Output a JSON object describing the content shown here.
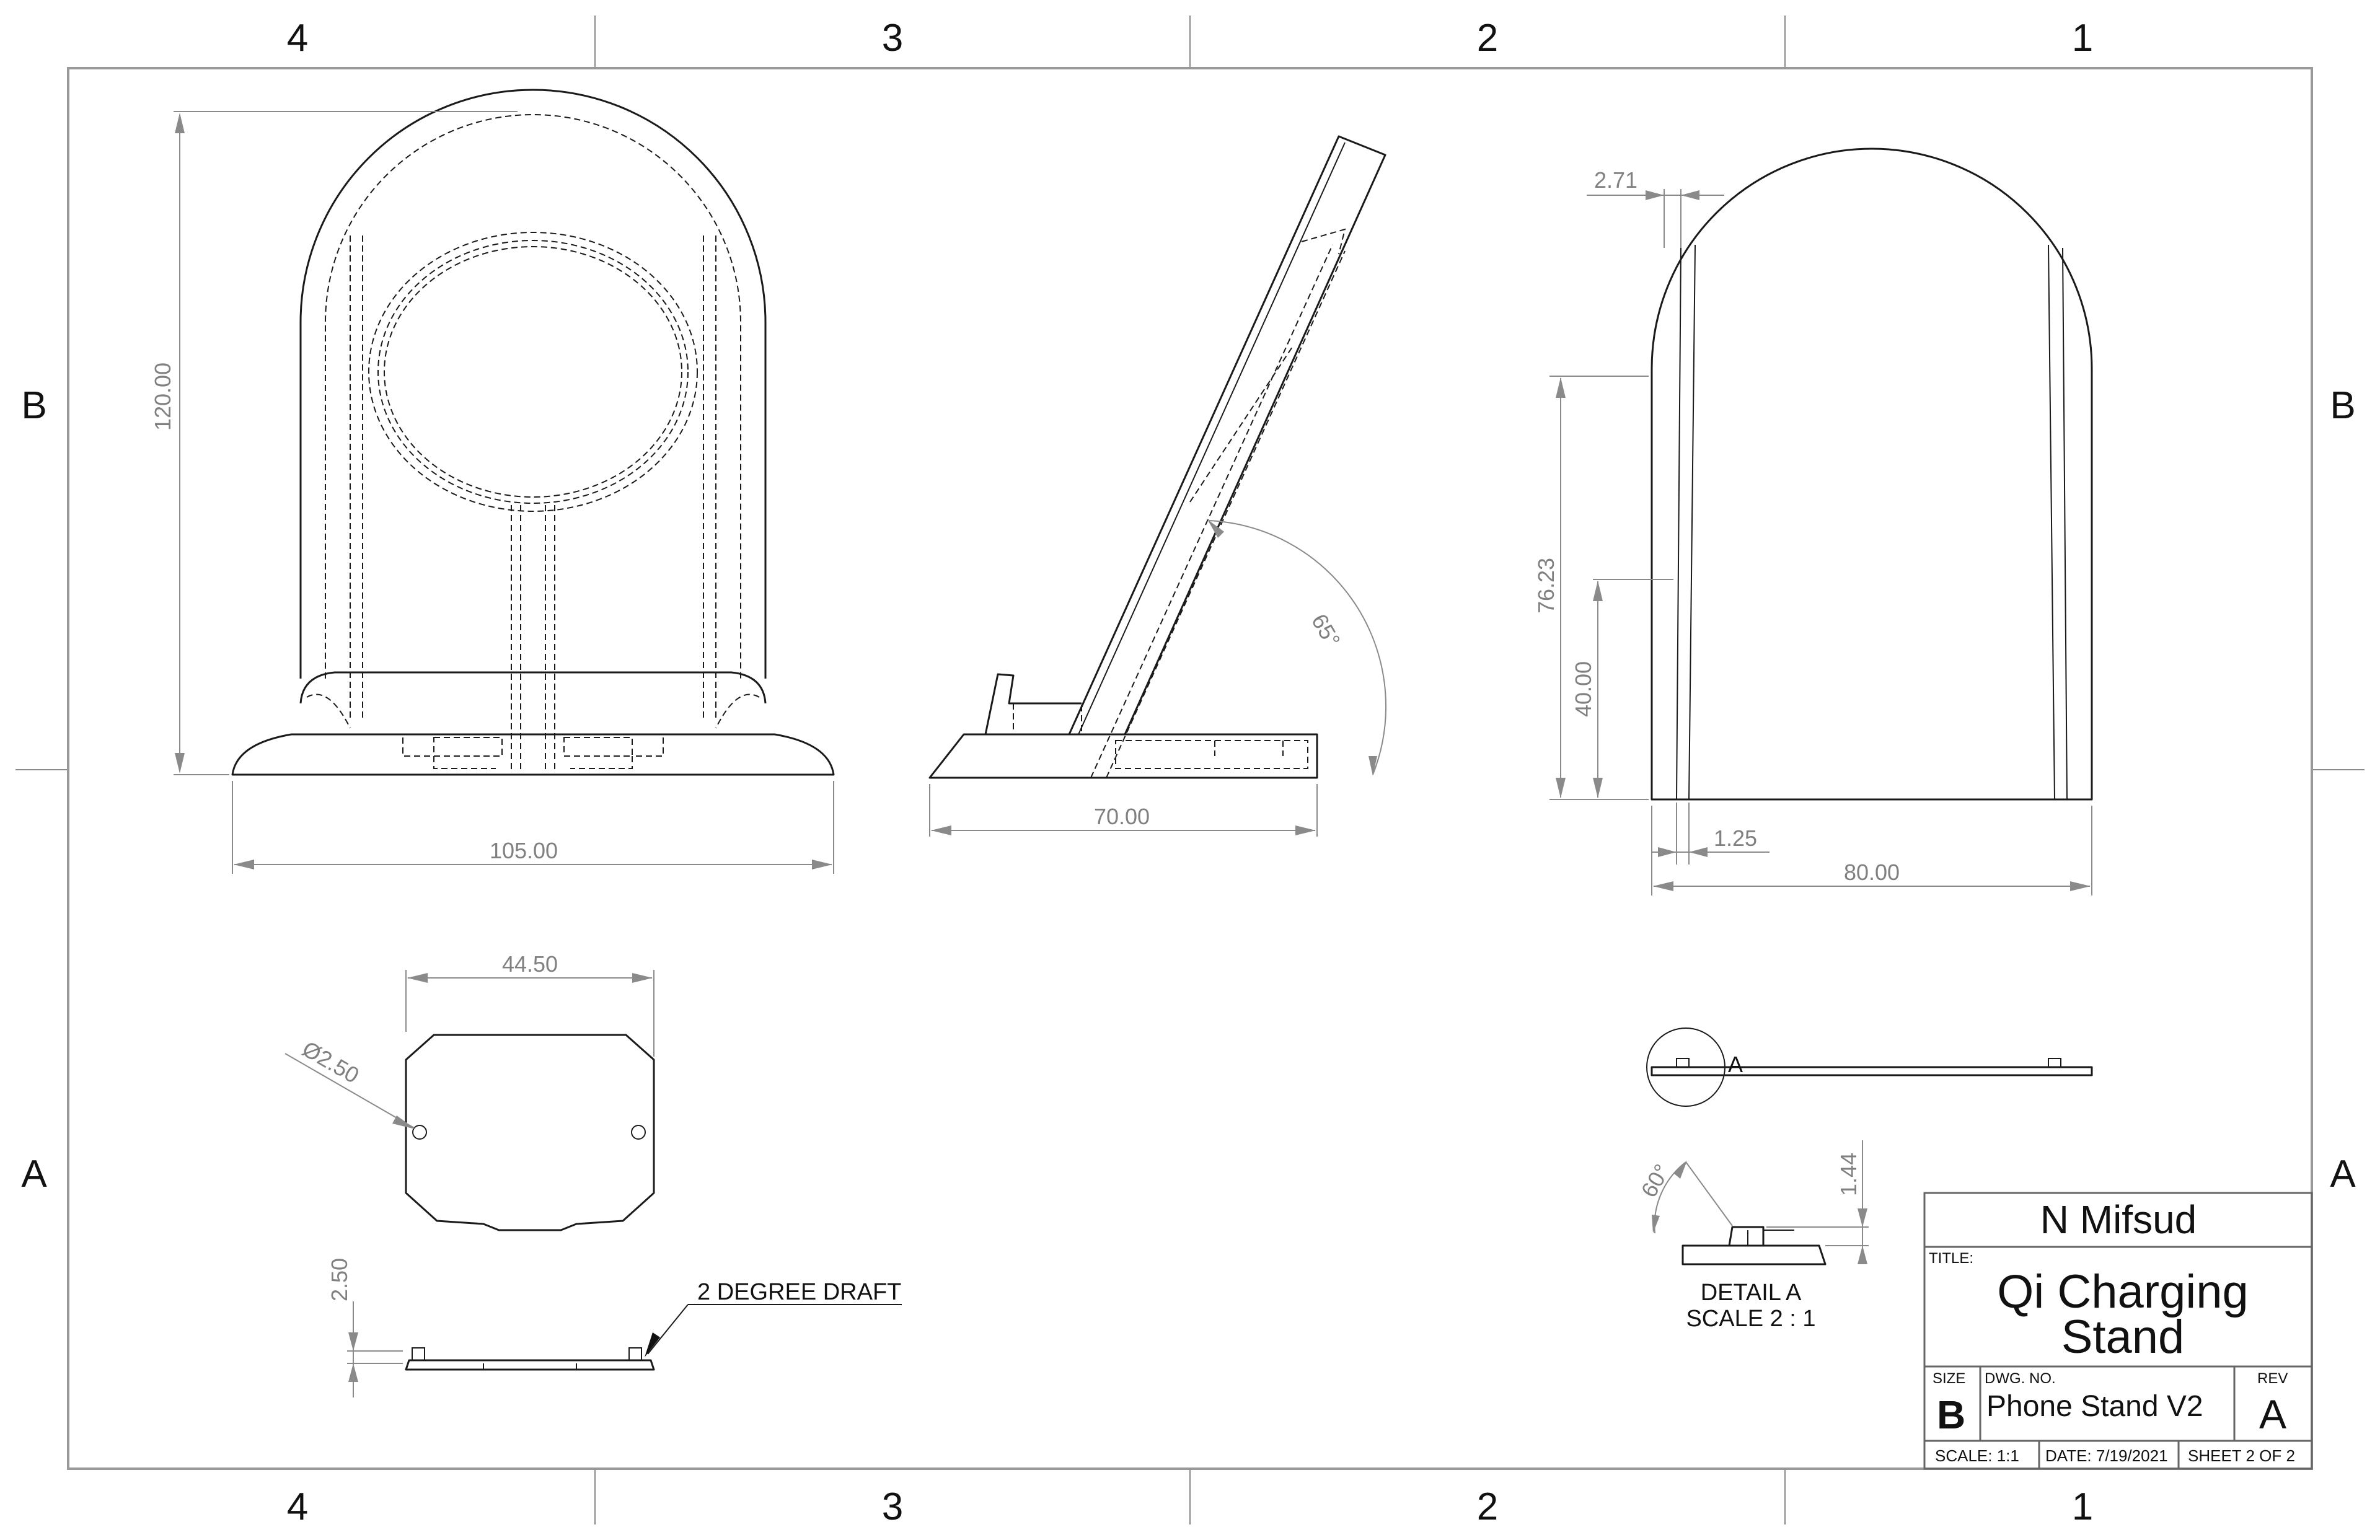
{
  "zones": {
    "columns": [
      "4",
      "3",
      "2",
      "1"
    ],
    "rows": [
      "B",
      "A"
    ]
  },
  "dimensions": {
    "front_height": "120.00",
    "front_width": "105.00",
    "side_angle": "65°",
    "side_depth": "70.00",
    "back_rib": "2.71",
    "back_height_upper": "76.23",
    "back_height_lower": "40.00",
    "back_gap": "1.25",
    "back_width": "80.00",
    "plate_width": "44.50",
    "hole_dia": "Ø2.50",
    "plate_thickness": "2.50",
    "detail_angle": "60°",
    "detail_height": "1.44"
  },
  "notes": {
    "draft": "2 DEGREE DRAFT",
    "detail_marker": "A",
    "detail_title": "DETAIL A",
    "detail_scale": "SCALE 2 : 1"
  },
  "title_block": {
    "author": "N Mifsud",
    "title_label": "TITLE:",
    "title_line1": "Qi Charging",
    "title_line2": "Stand",
    "size_label": "SIZE",
    "size_value": "B",
    "dwg_label": "DWG.  NO.",
    "dwg_value": "Phone Stand V2",
    "rev_label": "REV",
    "rev_value": "A",
    "scale": "SCALE: 1:1",
    "date": "DATE: 7/19/2021",
    "sheet": "SHEET 2 OF 2"
  }
}
